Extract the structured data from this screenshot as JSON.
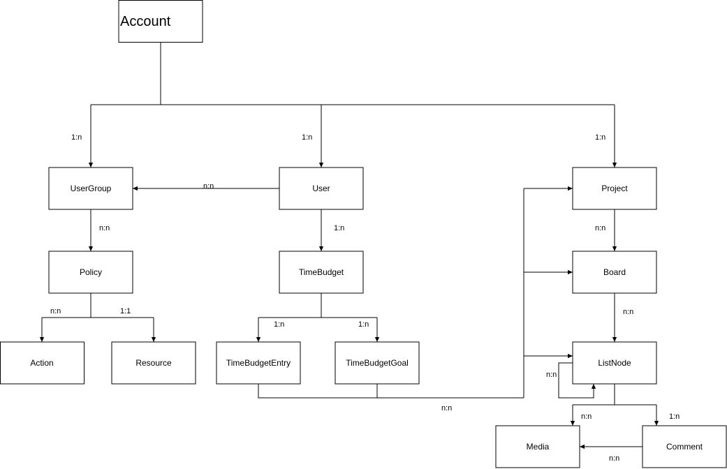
{
  "diagram": {
    "nodes": {
      "account": "Account",
      "usergroup": "UserGroup",
      "user": "User",
      "project": "Project",
      "policy": "Policy",
      "timebudget": "TimeBudget",
      "board": "Board",
      "action": "Action",
      "resource": "Resource",
      "timebudgetentry": "TimeBudgetEntry",
      "timebudgetgoal": "TimeBudgetGoal",
      "listnode": "ListNode",
      "media": "Media",
      "comment": "Comment"
    },
    "edge_labels": {
      "account_usergroup": "1:n",
      "account_user": "1:n",
      "account_project": "1:n",
      "user_usergroup": "n:n",
      "usergroup_policy": "n:n",
      "user_timebudget": "1:n",
      "project_board": "n:n",
      "policy_action": "n:n",
      "policy_resource": "1:1",
      "timebudget_entry": "1:n",
      "timebudget_goal": "1:n",
      "board_listnode": "n:n",
      "listnode_self": "n:n",
      "timebudget_items_project": "n:n",
      "listnode_media": "n:n",
      "listnode_comment": "1:n",
      "comment_media": "n:n"
    }
  }
}
